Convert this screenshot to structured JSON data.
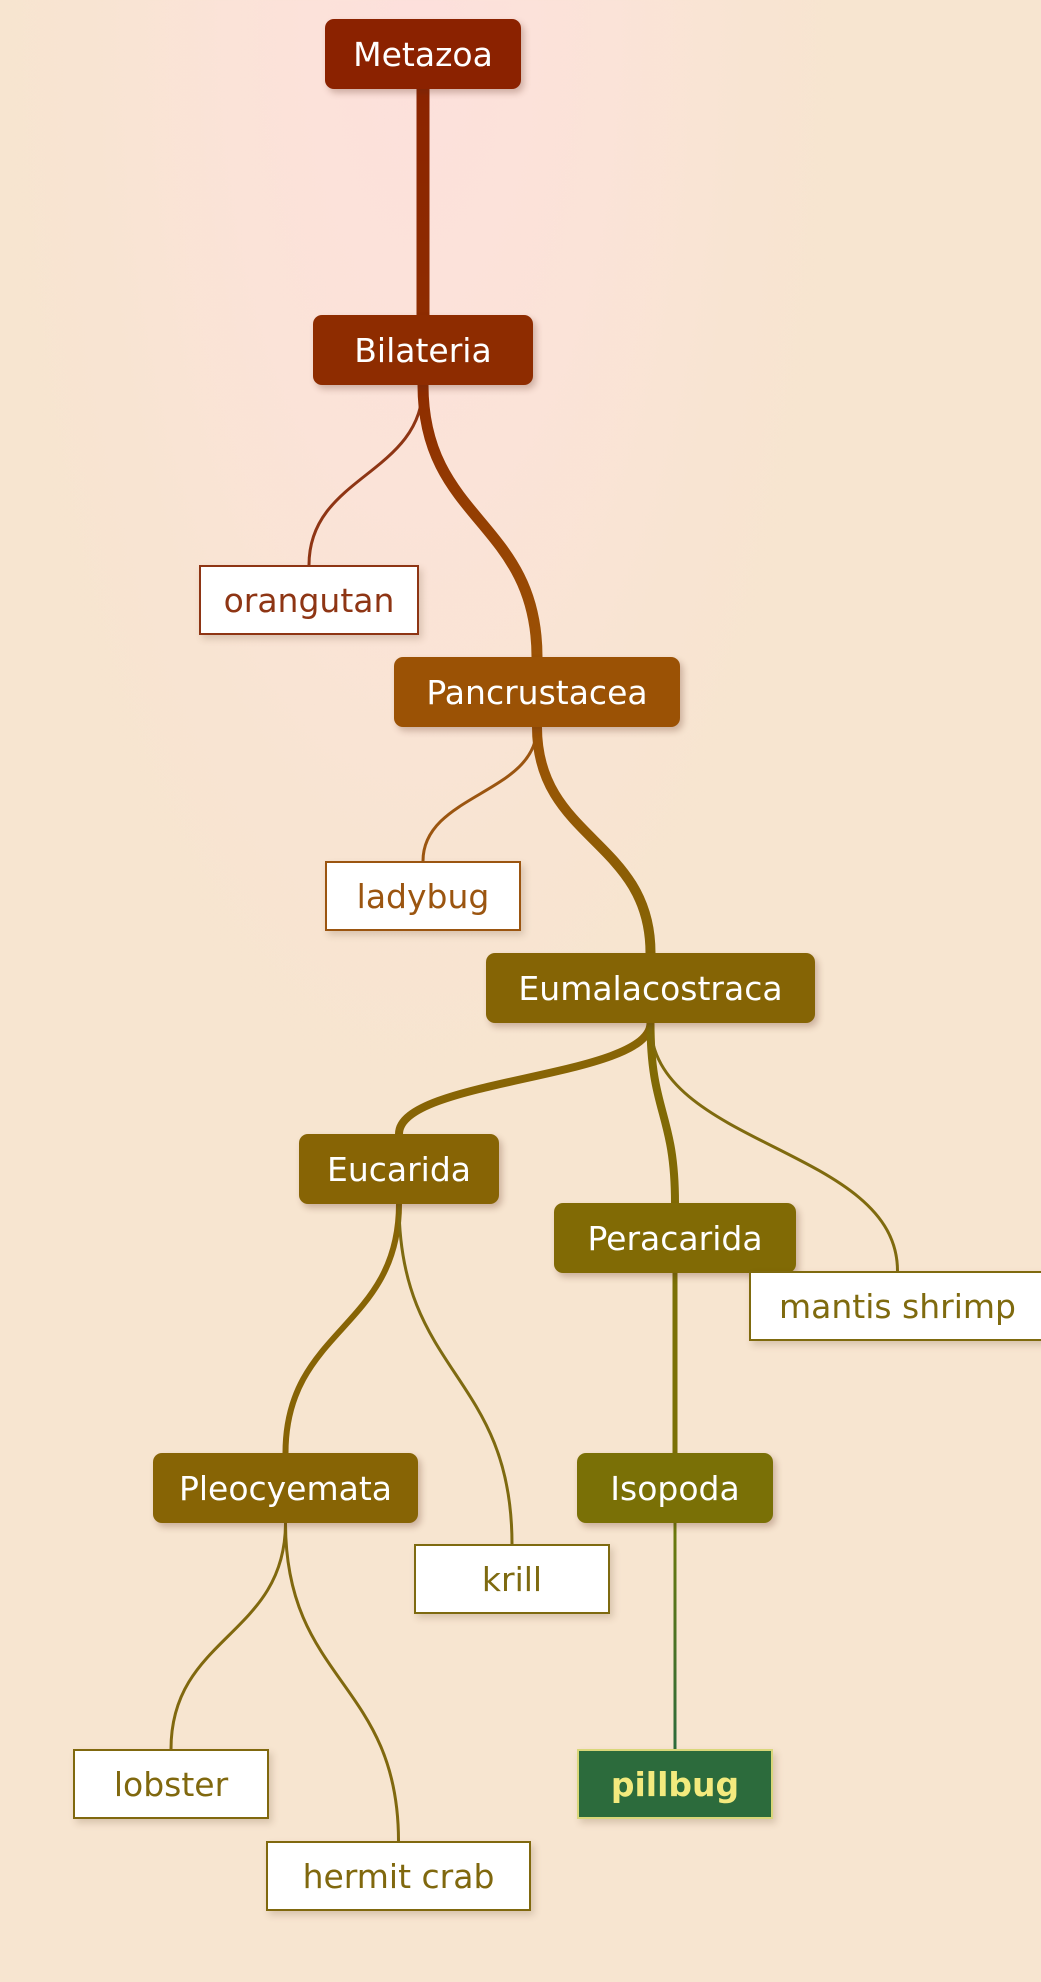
{
  "tree": {
    "root": "Metazoa",
    "nodes": [
      {
        "id": "metazoa",
        "label": "Metazoa",
        "kind": "clade",
        "parent": null,
        "color": "#8b2200"
      },
      {
        "id": "bilateria",
        "label": "Bilateria",
        "kind": "clade",
        "parent": "metazoa",
        "color": "#8e2c00"
      },
      {
        "id": "orangutan",
        "label": "orangutan",
        "kind": "leaf",
        "parent": "bilateria",
        "color": "#8e3514"
      },
      {
        "id": "pancrustacea",
        "label": "Pancrustacea",
        "kind": "clade",
        "parent": "bilateria",
        "color": "#9b5205"
      },
      {
        "id": "ladybug",
        "label": "ladybug",
        "kind": "leaf",
        "parent": "pancrustacea",
        "color": "#9b5510"
      },
      {
        "id": "eumalacostraca",
        "label": "Eumalacostraca",
        "kind": "clade",
        "parent": "pancrustacea",
        "color": "#856405"
      },
      {
        "id": "eucarida",
        "label": "Eucarida",
        "kind": "clade",
        "parent": "eumalacostraca",
        "color": "#876405"
      },
      {
        "id": "peracarida",
        "label": "Peracarida",
        "kind": "clade",
        "parent": "eumalacostraca",
        "color": "#816a05"
      },
      {
        "id": "mantis-shrimp",
        "label": "mantis shrimp",
        "kind": "leaf",
        "parent": "eumalacostraca",
        "color": "#7f6a0e"
      },
      {
        "id": "pleocyemata",
        "label": "Pleocyemata",
        "kind": "clade",
        "parent": "eucarida",
        "color": "#876405"
      },
      {
        "id": "krill",
        "label": "krill",
        "kind": "leaf",
        "parent": "eucarida",
        "color": "#7e6a10"
      },
      {
        "id": "isopoda",
        "label": "Isopoda",
        "kind": "clade",
        "parent": "peracarida",
        "color": "#7a7006"
      },
      {
        "id": "lobster",
        "label": "lobster",
        "kind": "leaf",
        "parent": "pleocyemata",
        "color": "#80680e"
      },
      {
        "id": "hermit-crab",
        "label": "hermit crab",
        "kind": "leaf",
        "parent": "pleocyemata",
        "color": "#80680e"
      },
      {
        "id": "pillbug",
        "label": "pillbug",
        "kind": "leaf",
        "parent": "isopoda",
        "color": "#2c6b3c",
        "highlight": true,
        "text_color": "#f3ea7e"
      }
    ]
  }
}
